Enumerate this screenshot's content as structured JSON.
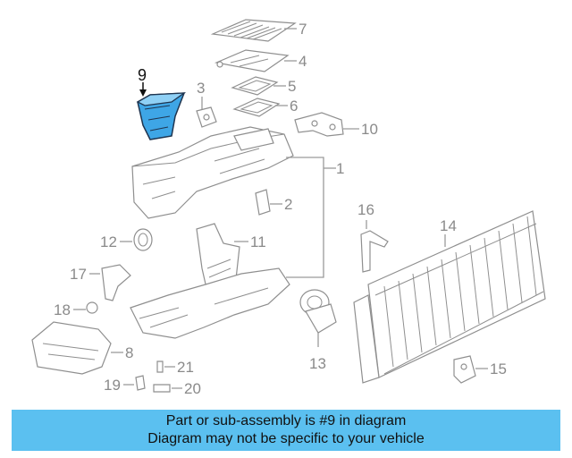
{
  "diagram": {
    "highlight_color": "#3ea6e6",
    "callouts": {
      "c1": "1",
      "c2": "2",
      "c3": "3",
      "c4": "4",
      "c5": "5",
      "c6": "6",
      "c7": "7",
      "c8": "8",
      "c9": "9",
      "c10": "10",
      "c11": "11",
      "c12": "12",
      "c13": "13",
      "c14": "14",
      "c15": "15",
      "c16": "16",
      "c17": "17",
      "c18": "18",
      "c19": "19",
      "c20": "20",
      "c21": "21"
    }
  },
  "banner": {
    "line1": "Part or sub-assembly is #9 in diagram",
    "line2": "Diagram may not be specific to your vehicle",
    "background": "#5bc0f0"
  }
}
